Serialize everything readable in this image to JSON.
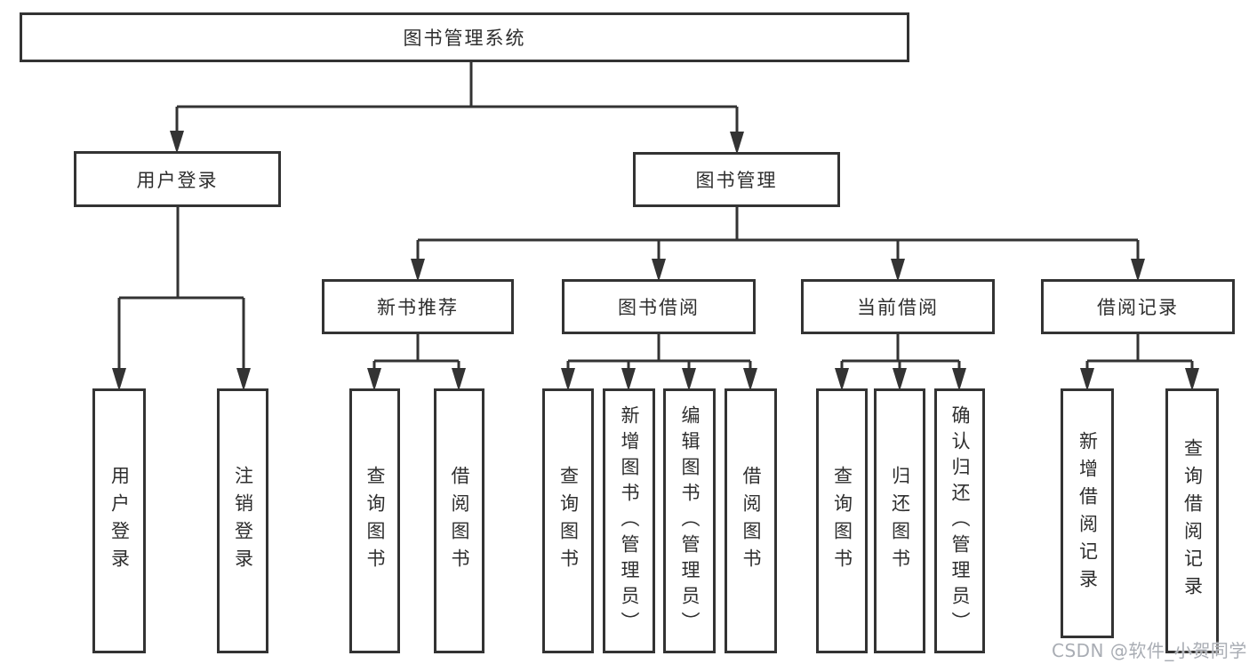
{
  "diagram": {
    "root": "图书管理系统",
    "level2": [
      "用户登录",
      "图书管理"
    ],
    "level3": [
      "新书推荐",
      "图书借阅",
      "当前借阅",
      "借阅记录"
    ],
    "leaves_user_login": [
      "用户登录",
      "注销登录"
    ],
    "leaves_new_book": [
      "查询图书",
      "借阅图书"
    ],
    "leaves_book_borrow": [
      "查询图书",
      "新增图书（管理员）",
      "编辑图书（管理员）",
      "借阅图书"
    ],
    "leaves_current_borrow": [
      "查询图书",
      "归还图书",
      "确认归还（管理员）"
    ],
    "leaves_borrow_record": [
      "新增借阅记录",
      "查询借阅记录"
    ]
  },
  "watermark": "CSDN @软件_小贺同学",
  "colors": {
    "line": "#333333",
    "box_border": "#333333",
    "text": "#2e2e2e",
    "watermark": "#a9adb4",
    "background": "#ffffff"
  }
}
